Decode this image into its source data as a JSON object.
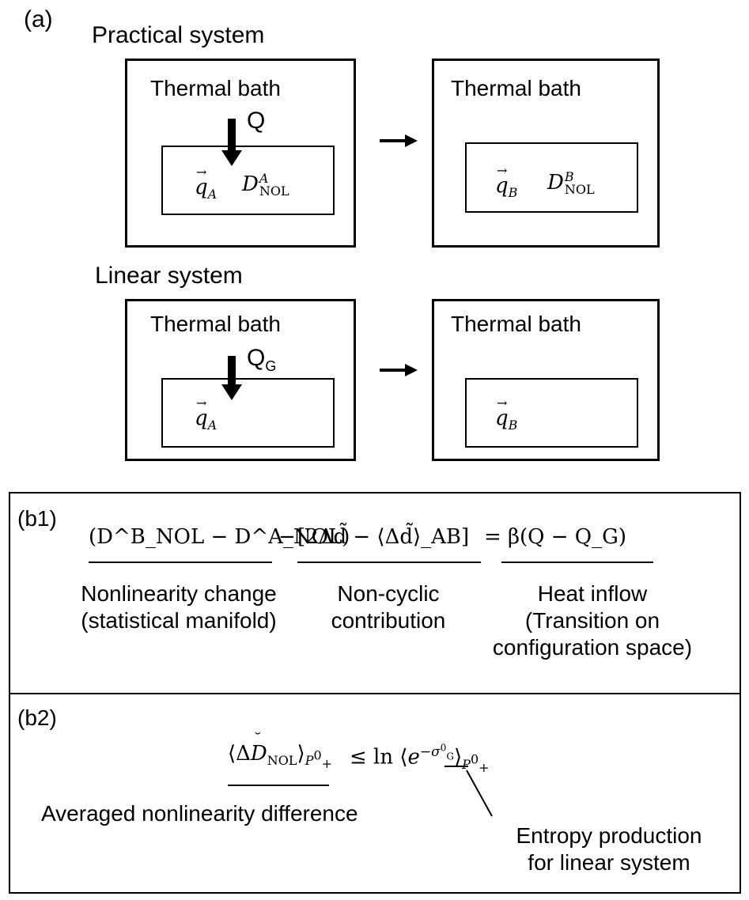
{
  "panel_a": {
    "label": "(a)",
    "practical": {
      "title": "Practical system",
      "bath_left": "Thermal bath",
      "bath_right": "Thermal bath",
      "heat": "Q",
      "qA": "q",
      "qA_sub": "A",
      "qB": "q",
      "qB_sub": "B",
      "D": "D",
      "D_sub": "NOL",
      "DA_sup": "A",
      "DB_sup": "B"
    },
    "linear": {
      "title": "Linear system",
      "bath_left": "Thermal bath",
      "bath_right": "Thermal bath",
      "heat": "Q",
      "heat_sub": "G",
      "qA": "q",
      "qA_sub": "A",
      "qB": "q",
      "qB_sub": "B"
    }
  },
  "panel_b1": {
    "label": "(b1)",
    "term1": "(D^B_NOL − D^A_NOL)",
    "term2": "[2Δd̃ − ⟨Δd̃⟩_AB]",
    "term3": "β(Q − Q_G)",
    "caption1": "Nonlinearity change\n(statistical manifold)",
    "caption2": "Non-cyclic\ncontribution",
    "caption3": "Heat inflow\n(Transition on\nconfiguration space)"
  },
  "panel_b2": {
    "label": "(b2)",
    "caption1": "Averaged nonlinearity difference",
    "caption2": "Entropy production\nfor linear system"
  }
}
